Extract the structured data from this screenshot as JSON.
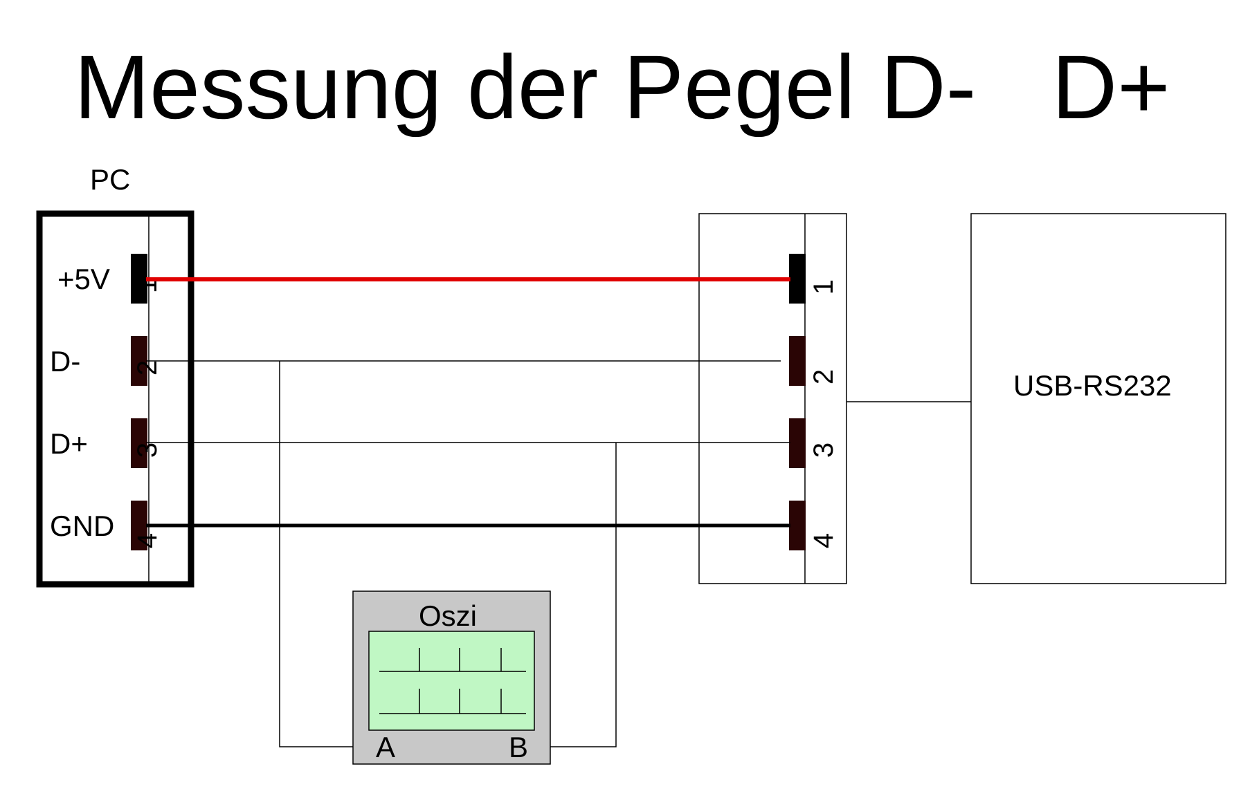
{
  "title": "Messung der Pegel D-   D+",
  "pc": {
    "label": "PC",
    "pins": [
      {
        "number": "1",
        "signal": "+5V"
      },
      {
        "number": "2",
        "signal": "D-"
      },
      {
        "number": "3",
        "signal": "D+"
      },
      {
        "number": "4",
        "signal": "GND"
      }
    ]
  },
  "connector": {
    "pins": [
      {
        "number": "1"
      },
      {
        "number": "2"
      },
      {
        "number": "3"
      },
      {
        "number": "4"
      }
    ]
  },
  "device": {
    "label": "USB-RS232"
  },
  "scope": {
    "label": "Oszi",
    "input_a": "A",
    "input_b": "B"
  },
  "colors": {
    "vcc_wire": "#e00000",
    "pin_1": "#000000",
    "pin_other": "#2a0505",
    "scope_body": "#c8c8c8",
    "scope_screen": "#c0f7c4"
  }
}
